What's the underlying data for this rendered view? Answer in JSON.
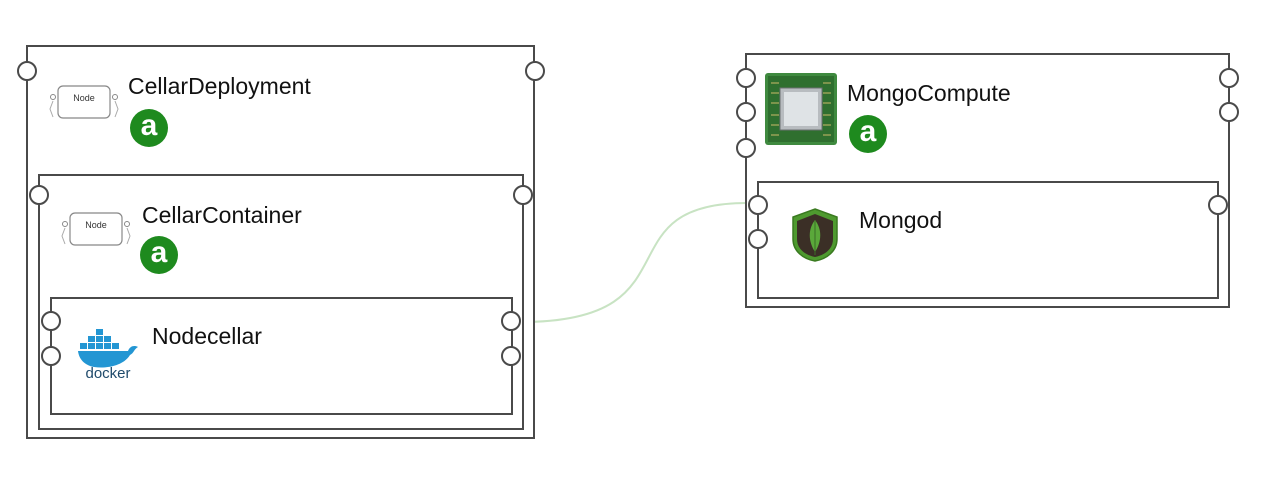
{
  "nodes": {
    "cellar_deployment": {
      "title": "CellarDeployment",
      "badge": "a"
    },
    "cellar_container": {
      "title": "CellarContainer",
      "badge": "a"
    },
    "nodecellar": {
      "title": "Nodecellar",
      "icon_text": "docker"
    },
    "mongo_compute": {
      "title": "MongoCompute",
      "badge": "a"
    },
    "mongod": {
      "title": "Mongod"
    }
  },
  "icon_labels": {
    "node_type": "Node"
  },
  "colors": {
    "border": "#4a4a4a",
    "badge_green": "#1e8a1e",
    "connection": "#c8e3c3",
    "docker_blue": "#2396d3",
    "mongo_green": "#4e9a2f"
  }
}
